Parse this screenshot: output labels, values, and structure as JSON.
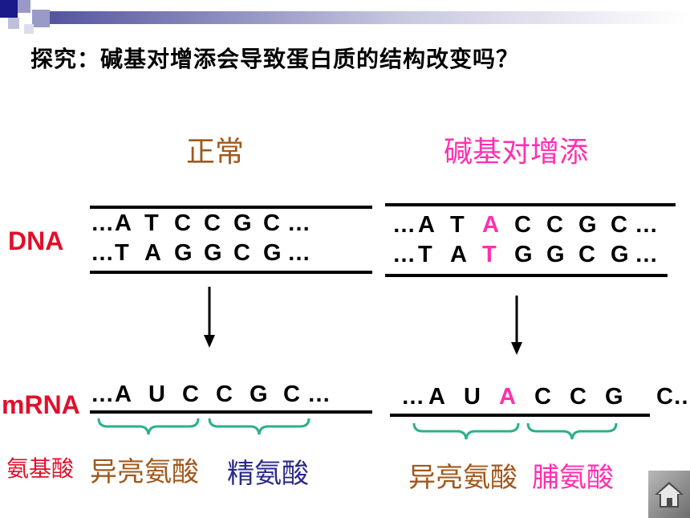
{
  "title": "探究：碱基对增添会导致蛋白质的结构改变吗？",
  "normal": {
    "heading": "正常",
    "dna_top": [
      "…",
      "A",
      "T",
      "C",
      "C",
      "G",
      "C",
      "…"
    ],
    "dna_bottom": [
      "…",
      "T",
      "A",
      "G",
      "G",
      "C",
      "G",
      "…"
    ],
    "mrna": [
      "…",
      "A",
      "U",
      "C",
      "C",
      "G",
      "C",
      "…"
    ],
    "amino1": "异亮氨酸",
    "amino2": "精氨酸"
  },
  "insertion": {
    "heading": "碱基对增添",
    "dna_top": [
      "…",
      "A",
      "T",
      "A",
      "C",
      "C",
      "G",
      "C",
      "…"
    ],
    "dna_bottom": [
      "…",
      "T",
      "A",
      "T",
      "G",
      "G",
      "C",
      "G",
      "…"
    ],
    "mrna": [
      "…",
      "A",
      "U",
      "A",
      "C",
      "C",
      "G",
      "C…"
    ],
    "amino1": "异亮氨酸",
    "amino2": "脯氨酸"
  },
  "labels": {
    "dna": "DNA",
    "mrna": "mRNA",
    "amino_acid": "氨基酸"
  },
  "colors": {
    "brown": "#a0581c",
    "magenta": "#ff2fb0",
    "navy": "#2a2a8a",
    "red": "#e0102a"
  },
  "icons": {
    "home": "home-icon"
  }
}
